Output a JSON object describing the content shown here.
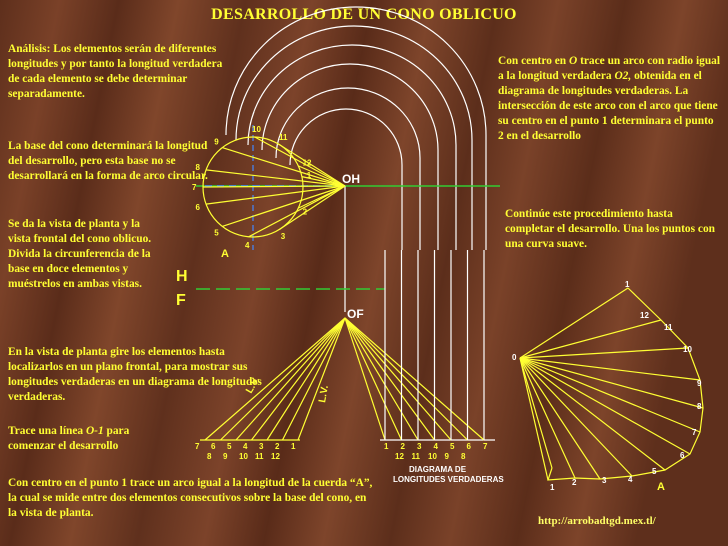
{
  "title": "DESARROLLO DE UN CONO OBLICUO",
  "paragraphs": {
    "analisis": "Análisis: Los elementos serán de diferentes longitudes y por tanto la longitud verdadera de cada elemento se debe determinar separadamente.",
    "base": "La base del cono determinará la longitud del desarrollo, pero esta base no se desarrollará en la forma de arco circular.",
    "vista": "Se da la vista de planta y la vista frontal del cono oblicuo. Divida la circunferencia de la base en doce elementos y muéstrelos en ambas vistas.",
    "girar": "En la vista de planta gire los elementos hasta localizarlos en un plano frontal, para mostrar sus longitudes verdaderas en un diagrama de longitudes verdaderas.",
    "trace_pre": "Trace una línea ",
    "trace_em": "O-1",
    "trace_post": " para comenzar el desarrollo",
    "punto1": "Con centro en el punto 1 trace un arco igual a la longitud de la cuerda “A”, la cual se mide entre dos elementos consecutivos sobre la base del cono, en la vista de planta.",
    "centroO_a": "Con centro en ",
    "centroO_b": "O",
    "centroO_c": " trace un arco con radio igual a la longitud verdadera ",
    "centroO_d": "O2,",
    "centroO_e": " obtenida en el diagrama de longitudes verdaderas. La intersección de este arco con el arco que tiene su centro en el punto 1 determinara el punto 2 en el desarrollo",
    "continue": "Continúe este procedimiento hasta completar el desarrollo. Una los puntos con una curva suave."
  },
  "url": "http://arrobadtgd.mex.tl/",
  "labels": {
    "oh": "OH",
    "of": "OF",
    "h": "H",
    "f": "F",
    "a_plan": "A",
    "a_dev": "A",
    "lv1": "L.V.",
    "lv2": "L.V.",
    "diagram_line1": "DIAGRAMA DE",
    "diagram_line2": "LONGITUDES VERDADERAS",
    "plan_points": [
      "1",
      "2",
      "3",
      "4",
      "5",
      "6",
      "7",
      "8",
      "9",
      "10",
      "11",
      "12"
    ],
    "front_points_top": [
      "7",
      "6",
      "5",
      "4",
      "3",
      "2",
      "1"
    ],
    "front_points_bottom": [
      "8",
      "9",
      "10",
      "11",
      "12"
    ],
    "tl_points_top": [
      "1",
      "2",
      "3",
      "4",
      "5",
      "6",
      "7"
    ],
    "tl_points_bottom": [
      "12",
      "11",
      "10",
      "9",
      "8"
    ],
    "dev_points": [
      "0",
      "1",
      "12",
      "11",
      "10",
      "9",
      "8",
      "7",
      "6",
      "5",
      "4",
      "3",
      "2",
      "1"
    ]
  },
  "colors": {
    "background": "#6b3a24",
    "text": "#ffff33",
    "line_yellow": "#ffff33",
    "line_white": "#ffffff",
    "axis_green": "#33cc33",
    "dashed_blue": "#4488ff",
    "accent_red": "#ff3333"
  }
}
